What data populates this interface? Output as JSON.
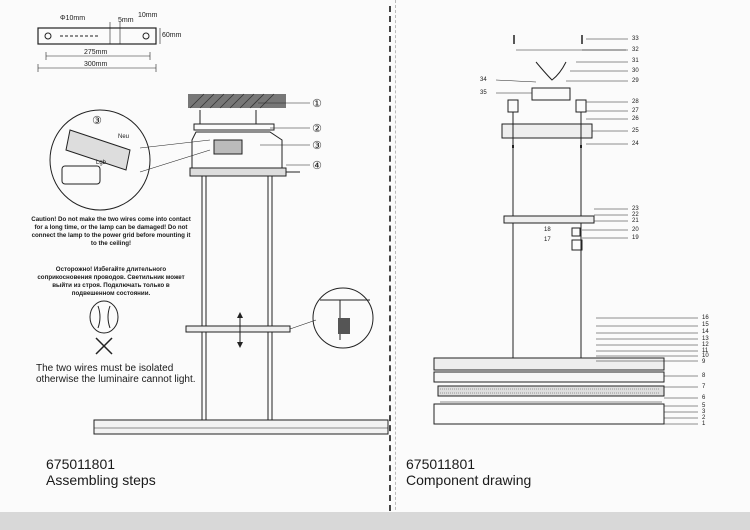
{
  "left": {
    "dims": {
      "hole": "Φ10mm",
      "gap": "5mm",
      "offset": "10mm",
      "height": "60mm",
      "inner": "275mm",
      "outer": "300mm"
    },
    "step_labels": [
      "①",
      "②",
      "③",
      "④"
    ],
    "detail_label": "③",
    "wire_labels": {
      "a": "Neu",
      "b": "Lgb"
    },
    "caution_en": "Caution! Do not make the two wires come into contact for a long time, or the lamp can be damaged! Do not connect the lamp to the power grid before mounting it to the ceiling!",
    "caution_ru": "Осторожно! Избегайте длительного соприкосновения проводов. Светильник может выйти из строя. Подключать только в подвешенном состоянии.",
    "isolation_note": "The two wires must be isolated otherwise the luminaire cannot light.",
    "model": "675011801",
    "subtitle": "Assembling steps"
  },
  "right": {
    "parts": [
      "1",
      "2",
      "3",
      "4",
      "5",
      "6",
      "7",
      "8",
      "9",
      "10",
      "11",
      "12",
      "13",
      "14",
      "15",
      "16",
      "17",
      "18",
      "19",
      "20",
      "21",
      "22",
      "23",
      "24",
      "25",
      "26",
      "27",
      "28",
      "29",
      "30",
      "31",
      "32",
      "33",
      "34",
      "35"
    ],
    "model": "675011801",
    "subtitle": "Component drawing"
  }
}
